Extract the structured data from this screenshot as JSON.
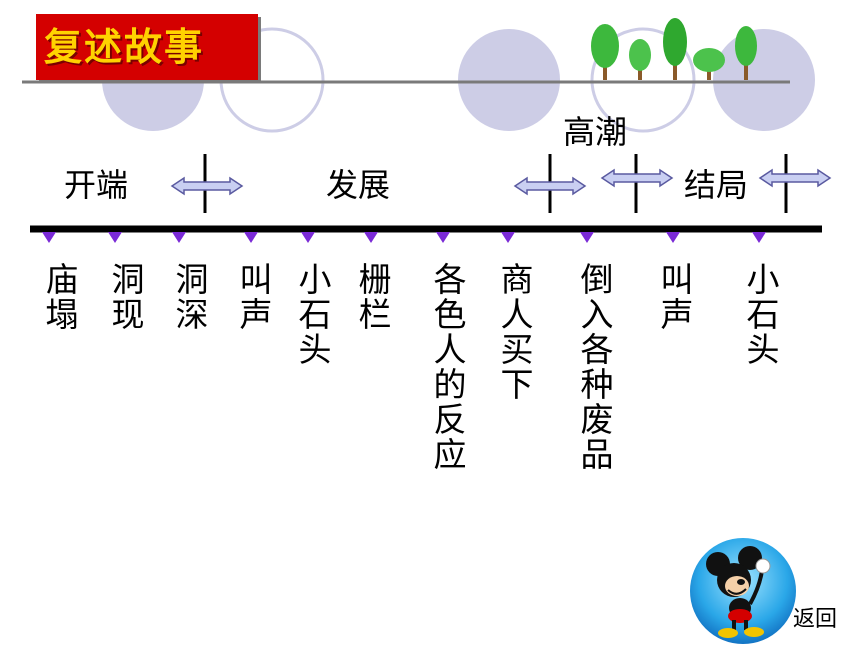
{
  "title": "复述故事",
  "stages": {
    "opening": "开端",
    "development": "发展",
    "climax": "高潮",
    "ending": "结局"
  },
  "events": [
    {
      "text": "庙塌"
    },
    {
      "text": "洞现"
    },
    {
      "text": "洞深"
    },
    {
      "text": "叫声"
    },
    {
      "text": "小石头"
    },
    {
      "text": "栅栏"
    },
    {
      "text": "各色人的反应"
    },
    {
      "text": "商人买下"
    },
    {
      "text": "倒入各种废品"
    },
    {
      "text": "叫声"
    },
    {
      "text": "小石头"
    }
  ],
  "back_label": "返回",
  "icons": {
    "back": "mickey-mouse-icon",
    "decoration": "trees-icon"
  },
  "colors": {
    "title_bg": "#d40000",
    "title_text": "#ffd200",
    "circle_fill": "#cdcde6",
    "marker": "#7a2ad6",
    "arrow_fill": "#c9cff2",
    "arrow_stroke": "#5a5aa0",
    "tree_green": "#3db83d"
  }
}
